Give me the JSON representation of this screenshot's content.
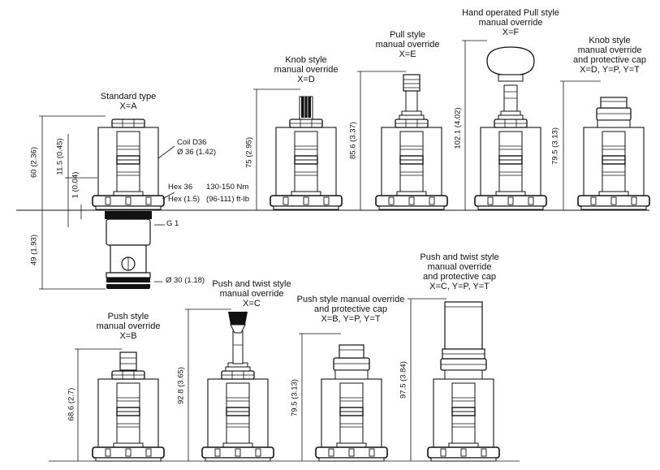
{
  "variants": {
    "standard": {
      "title": "Standard type",
      "code": "X=A"
    },
    "knob": {
      "title": "Knob style",
      "subtitle": "manual override",
      "code": "X=D"
    },
    "pull": {
      "title": "Pull style",
      "subtitle": "manual override",
      "code": "X=E"
    },
    "hand_pull": {
      "title": "Hand operated Pull style",
      "subtitle": "manual override",
      "code": "X=F"
    },
    "knob_cap": {
      "title": "Knob style",
      "subtitle": "manual override",
      "line3": "and protective cap",
      "code": "X=D, Y=P, Y=T"
    },
    "push": {
      "title": "Push style",
      "subtitle": "manual override",
      "code": "X=B"
    },
    "push_twist": {
      "title": "Push and twist style",
      "subtitle": "manual override",
      "code": "X=C"
    },
    "push_cap": {
      "title": "Push style manual override",
      "subtitle": "and protective cap",
      "code": "X=B, Y=P, Y=T"
    },
    "push_twist_cap": {
      "title": "Push and twist style",
      "subtitle": "manual override",
      "line3": "and protective cap",
      "code": "X=C, Y=P, Y=T"
    }
  },
  "dimensions": {
    "std_height": "60 (2.36)",
    "std_stem": "11.5 (0.45)",
    "std_small": "1 (0.04)",
    "std_body": "49 (1.93)",
    "knob": "75 (2.95)",
    "pull": "85.6 (3.37)",
    "hand_pull": "102.1 (4.02)",
    "knob_cap": "79.5 (3.13)",
    "push": "68.6 (2.7)",
    "push_twist": "92.8 (3.65)",
    "push_cap": "79.5 (3.13)",
    "push_twist_cap": "97.5 (3.84)"
  },
  "annotations": {
    "coil": "Coil D36",
    "coil_dia": "Ø 36 (1.42)",
    "hex_mm": "Hex 36",
    "hex_in": "Hex (1.5)",
    "torque_nm": "130-150 Nm",
    "torque_ftlb": "(96-111) ft-lb",
    "thread": "G 1",
    "body_dia": "Ø 30 (1.18)"
  }
}
